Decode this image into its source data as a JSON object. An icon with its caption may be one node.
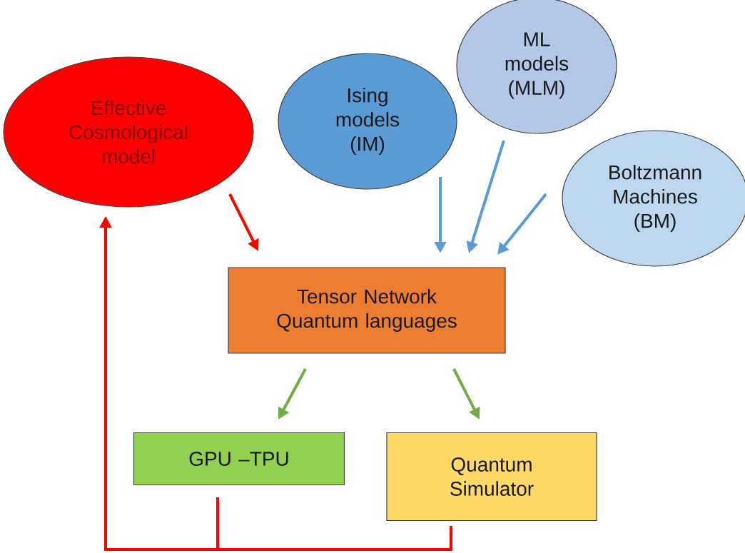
{
  "diagram": {
    "nodes": [
      {
        "text": [
          "Effective Cosmological model"
        ]
      },
      {
        "text": [
          "Ising models (IM)"
        ]
      },
      {
        "text": [
          "ML models (MLM)"
        ]
      },
      {
        "text": [
          "Boltzmann Machines (BM)"
        ]
      },
      {
        "text": [
          "Tensor Network Quantum languages"
        ]
      },
      {
        "text": [
          "GPU –TPU"
        ]
      },
      {
        "text": [
          "Quantum Simulator"
        ]
      }
    ],
    "edges": [
      {
        "from": 0,
        "to": 4,
        "arrow": "to",
        "color": "#ff0000"
      },
      {
        "from": 1,
        "to": 4,
        "arrow": "to",
        "color": "#5b9bd5"
      },
      {
        "from": 2,
        "to": 4,
        "arrow": "to",
        "color": "#5b9bd5"
      },
      {
        "from": 3,
        "to": 4,
        "arrow": "to",
        "color": "#5b9bd5"
      },
      {
        "from": 4,
        "to": 5,
        "arrow": "to",
        "color": "#70ad47"
      },
      {
        "from": 4,
        "to": 6,
        "arrow": "to",
        "color": "#70ad47"
      },
      {
        "from": 5,
        "to": 0,
        "arrow": "to",
        "color": "#ff0000"
      },
      {
        "from": 6,
        "to": 0,
        "arrow": "to",
        "color": "#ff0000"
      }
    ]
  }
}
